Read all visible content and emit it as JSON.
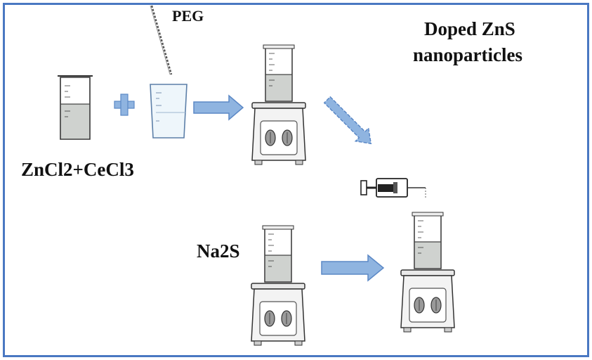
{
  "labels": {
    "title_line1": "Doped ZnS",
    "title_line2": "nanoparticles",
    "peg": "PEG",
    "reactants": "ZnCl2+CeCl3",
    "na2s": "Na2S"
  },
  "colors": {
    "frame": "#4a78c2",
    "arrow_fill": "#8fb4e0",
    "arrow_stroke": "#5b88c6",
    "liquid": "#cfd2cf",
    "liquid_clear": "#eef6fb",
    "beaker_edge": "#333333",
    "stirrer_body": "#f2f2f2"
  },
  "icons": [
    "beaker-icon",
    "plus-icon",
    "magnetic-stirrer-icon",
    "syringe-icon",
    "pipette-icon",
    "arrow-icon"
  ]
}
